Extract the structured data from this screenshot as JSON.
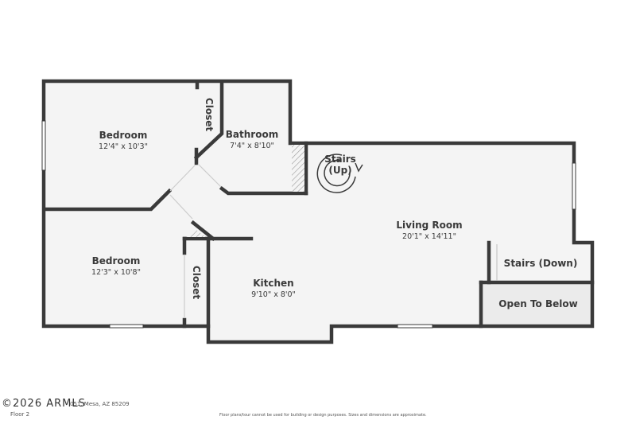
{
  "plan": {
    "floor_label": "Floor 2",
    "address_partial": "051, Mesa, AZ 85209",
    "watermark": "©2026 ARMLS",
    "disclaimer": "Floor plans/tour cannot be used for building or design purposes. Sizes and dimensions are approximate."
  },
  "rooms": [
    {
      "name": "Bedroom",
      "dims": "12'4\" x 10'3\""
    },
    {
      "name": "Bathroom",
      "dims": "7'4\" x 8'10\""
    },
    {
      "name": "Living Room",
      "dims": "20'1\" x 14'11\""
    },
    {
      "name": "Bedroom",
      "dims": "12'3\" x 10'8\""
    },
    {
      "name": "Kitchen",
      "dims": "9'10\" x 8'0\""
    }
  ],
  "labels": {
    "closet_upper": "Closet",
    "closet_lower": "Closet",
    "stairs_up_line1": "Stairs",
    "stairs_up_line2": "(Up)",
    "stairs_down": "Stairs (Down)",
    "open_to_below": "Open To Below"
  },
  "colors": {
    "wall": "#3a3a3a",
    "floor": "#f4f4f4",
    "open": "#ebebeb"
  }
}
